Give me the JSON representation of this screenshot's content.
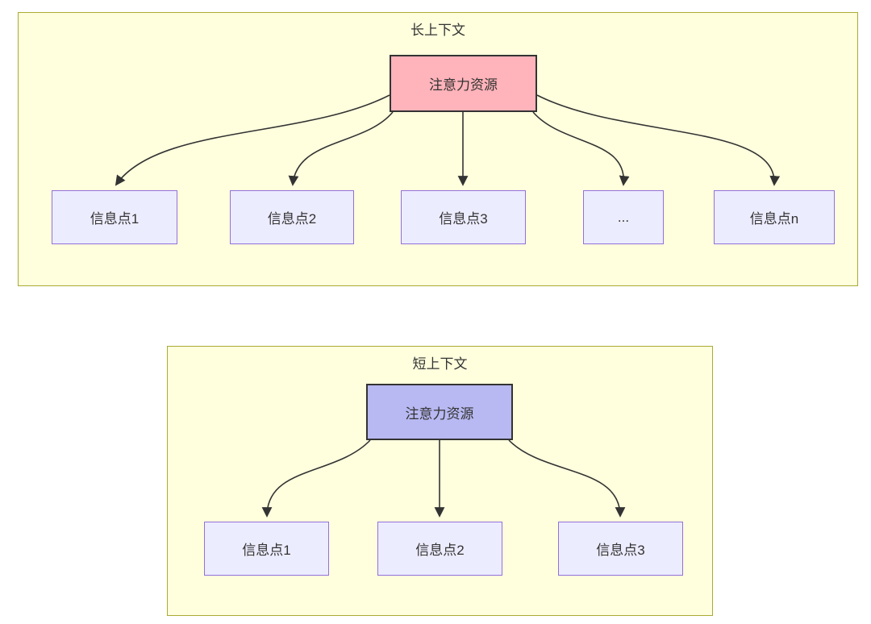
{
  "diagram": {
    "long_context": {
      "title": "长上下文",
      "source": "注意力资源",
      "targets": [
        "信息点1",
        "信息点2",
        "信息点3",
        "...",
        "信息点n"
      ]
    },
    "short_context": {
      "title": "短上下文",
      "source": "注意力资源",
      "targets": [
        "信息点1",
        "信息点2",
        "信息点3"
      ]
    },
    "colors": {
      "cluster_fill": "#ffffde",
      "cluster_border": "#aaaa33",
      "long_source_fill": "#ffb3ba",
      "short_source_fill": "#b8b8f2",
      "info_node_fill": "#ececff",
      "info_node_border": "#9370db",
      "edge_color": "#333333",
      "text_color": "#333333"
    }
  }
}
